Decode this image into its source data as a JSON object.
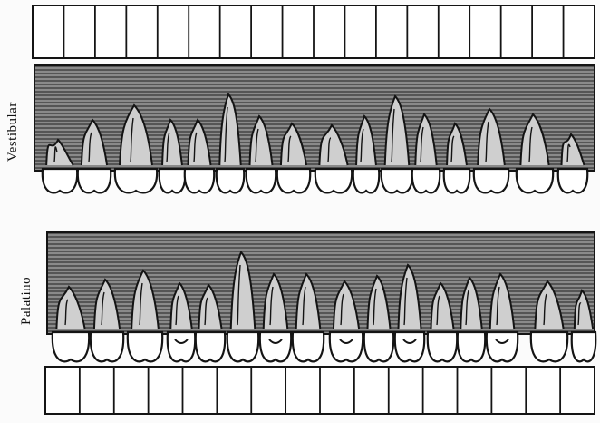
{
  "chart": {
    "title": "",
    "labels": {
      "upper": "Vestibular",
      "lower": "Palatino"
    },
    "rows": [
      {
        "id": "vestibular",
        "cell_count": 18,
        "teeth_count": 16
      },
      {
        "id": "palatino",
        "cell_count": 16,
        "teeth_count": 16
      }
    ],
    "colors": {
      "ink": "#141414",
      "shade": "#5a5a5a",
      "paper": "#fbfbfb",
      "crown_fill": "#ffffff"
    }
  }
}
